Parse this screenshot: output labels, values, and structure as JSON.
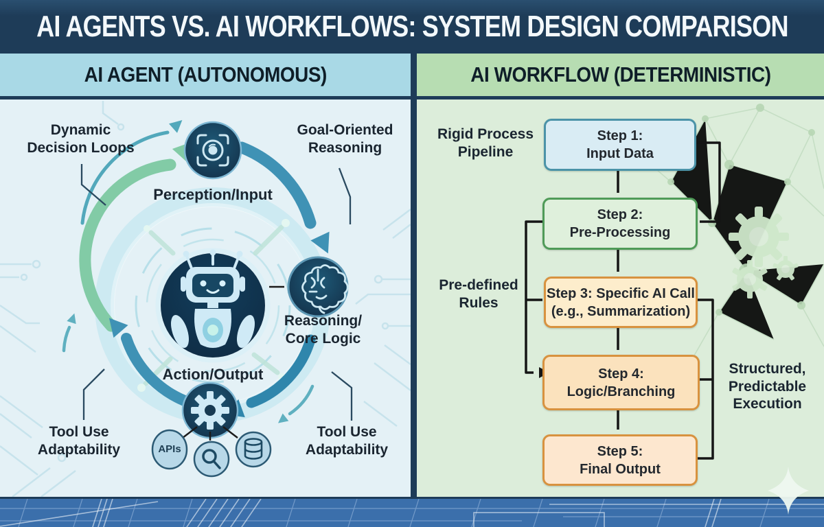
{
  "title": "AI AGENTS VS. AI WORKFLOWS: SYSTEM DESIGN COMPARISON",
  "left_panel": {
    "header": "AI AGENT (AUTONOMOUS)",
    "labels": {
      "dynamic_decision_loops": "Dynamic\nDecision Loops",
      "goal_oriented_reasoning": "Goal-Oriented\nReasoning",
      "perception_input": "Perception/Input",
      "reasoning_core_logic": "Reasoning/\nCore Logic",
      "action_output": "Action/Output",
      "tool_use_left": "Tool Use\nAdaptability",
      "tool_use_right": "Tool Use\nAdaptability",
      "apis_badge": "APIs"
    },
    "icons": {
      "perception": "eye-scan-icon",
      "core": "robot-icon",
      "reasoning": "brain-icon",
      "action": "gear-icon",
      "tools": [
        "apis-badge",
        "magnifier-icon",
        "database-icon"
      ]
    }
  },
  "right_panel": {
    "header": "AI WORKFLOW (DETERMINISTIC)",
    "labels": {
      "rigid_process_pipeline": "Rigid Process\nPipeline",
      "pre_defined_rules": "Pre-defined\nRules",
      "structured_execution": "Structured,\nPredictable\nExecution"
    },
    "steps": [
      {
        "label": "Step 1:\nInput Data",
        "fill": "#d9ecf4",
        "border": "#4b93a8"
      },
      {
        "label": "Step 2:\nPre-Processing",
        "fill": "#dff0dc",
        "border": "#4f9b58"
      },
      {
        "label": "Step 3: Specific AI Call\n(e.g., Summarization)",
        "fill": "#fdedcc",
        "border": "#d8923f"
      },
      {
        "label": "Step 4:\nLogic/Branching",
        "fill": "#fbe2bd",
        "border": "#d8923f"
      },
      {
        "label": "Step 5:\nFinal Output",
        "fill": "#fde7cf",
        "border": "#d8923f"
      }
    ]
  },
  "colors": {
    "banner": "#1e3c58",
    "left_header": "#a9d9e6",
    "left_bg": "#e4f1f6",
    "right_header": "#b7ddb2",
    "right_bg": "#dcedda",
    "divider": "#1e3c58",
    "footer": "#3b6fab",
    "node_dark": "#16374f",
    "arrow_blue": "#3f92b5",
    "arrow_green": "#82cba6",
    "arrow_teal": "#2f86ac",
    "connector_black": "#151515"
  }
}
